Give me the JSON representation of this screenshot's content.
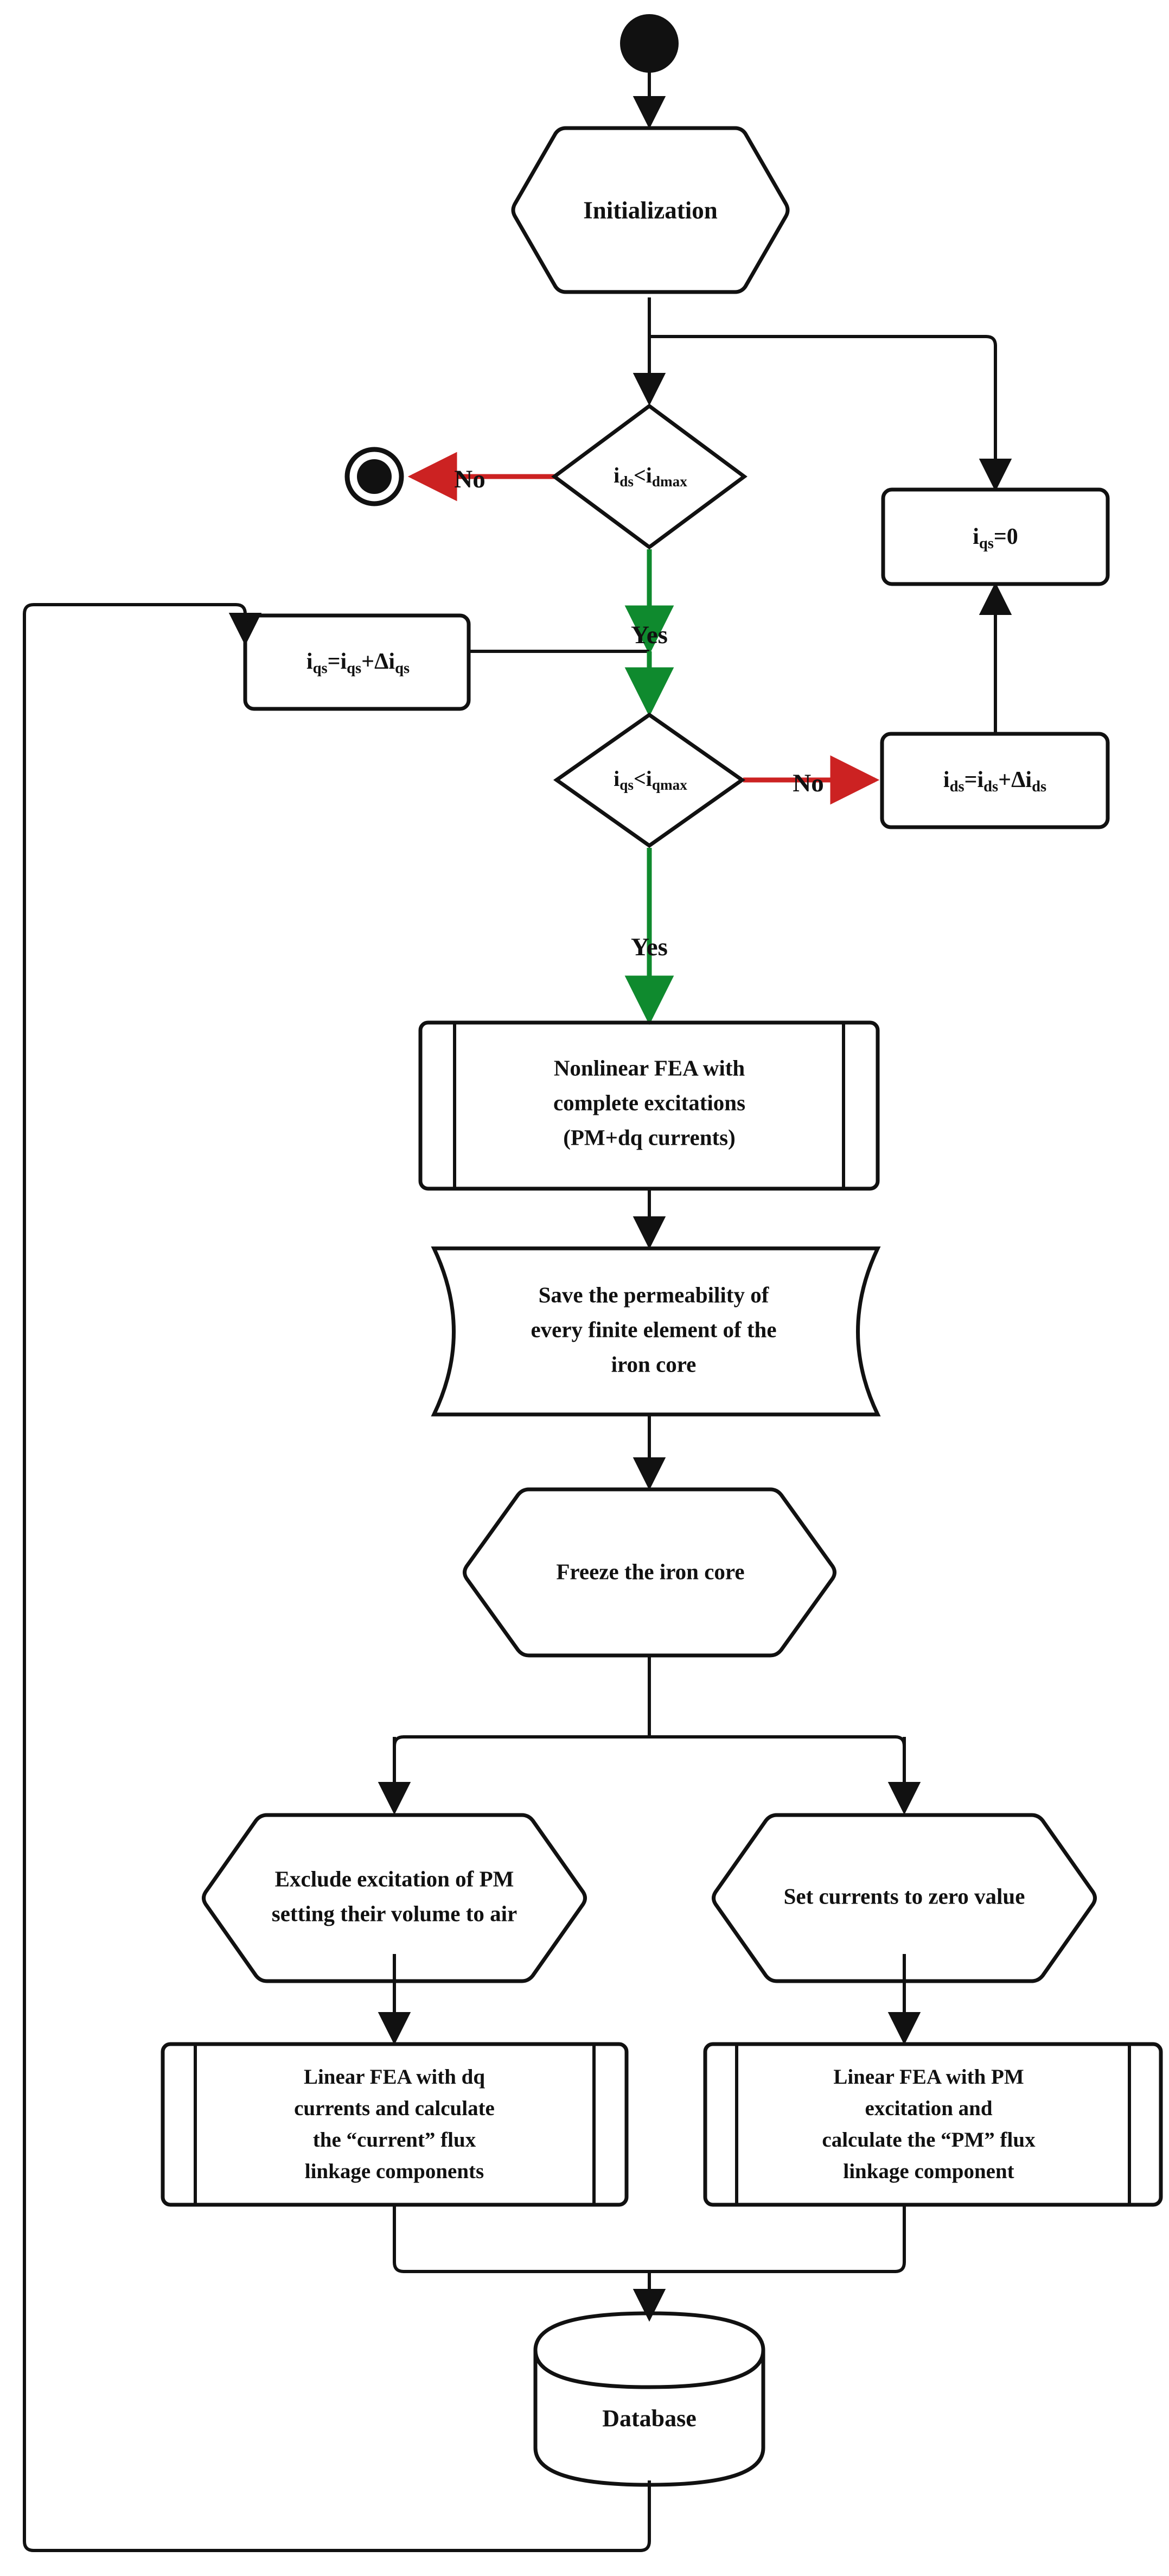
{
  "diagram": {
    "title": "Frozen permeability FEA flowchart",
    "colors": {
      "stroke": "#111111",
      "fill": "#ffffff",
      "yes": "#0f8a2e",
      "no": "#cc2222",
      "background": "#ffffff"
    },
    "nodes": {
      "start": {
        "label": "",
        "shape": "start-dot"
      },
      "initialization": {
        "label": "Initialization",
        "shape": "hexagon"
      },
      "decision_id": {
        "shape": "diamond",
        "text_main_1": "i",
        "text_sub_1": "ds",
        "text_op": "<",
        "text_main_2": "i",
        "text_sub_2": "dmax",
        "plain": "ids<idmax"
      },
      "end": {
        "label": "",
        "shape": "end-dot"
      },
      "iqs_zero": {
        "shape": "rounded-rect",
        "main": "i",
        "sub": "qs",
        "rest": "=0",
        "plain": "iqs=0"
      },
      "ids_increment": {
        "shape": "rounded-rect",
        "plain": "ids=ids+Δids",
        "parts": [
          {
            "m": "i",
            "s": "ds"
          },
          {
            "m": "=",
            "s": ""
          },
          {
            "m": "i",
            "s": "ds"
          },
          {
            "m": "+Δi",
            "s": "ds"
          }
        ]
      },
      "iqs_increment": {
        "shape": "rounded-rect",
        "plain": "iqs=iqs+Δiqs",
        "parts": [
          {
            "m": "i",
            "s": "qs"
          },
          {
            "m": "=",
            "s": ""
          },
          {
            "m": "i",
            "s": "qs"
          },
          {
            "m": "+Δi",
            "s": "qs"
          }
        ]
      },
      "decision_iq": {
        "shape": "diamond",
        "text_main_1": "i",
        "text_sub_1": "qs",
        "text_op": "<",
        "text_main_2": "i",
        "text_sub_2": "qmax",
        "plain": "iqs<iqmax"
      },
      "nonlinear_fea": {
        "shape": "predefined-process",
        "lines": [
          "Nonlinear FEA with",
          "complete excitations",
          "(PM+dq currents)"
        ]
      },
      "save_permeability": {
        "shape": "stored-data",
        "lines": [
          "Save the permeability of",
          "every finite element of the",
          "iron core"
        ]
      },
      "freeze_core": {
        "shape": "hexagon",
        "lines": [
          "Freeze the iron core"
        ]
      },
      "exclude_pm": {
        "shape": "hexagon",
        "lines": [
          "Exclude excitation of PM",
          "setting their volume to air"
        ]
      },
      "set_currents_zero": {
        "shape": "hexagon",
        "lines": [
          "Set currents to zero value"
        ]
      },
      "linear_fea_dq": {
        "shape": "predefined-process",
        "lines": [
          "Linear FEA with dq",
          "currents and calculate",
          "the “current” flux",
          "linkage components"
        ]
      },
      "linear_fea_pm": {
        "shape": "predefined-process",
        "lines": [
          "Linear FEA with PM",
          "excitation and",
          "calculate the “PM” flux",
          "linkage component"
        ]
      },
      "database": {
        "shape": "cylinder",
        "label": "Database"
      }
    },
    "edge_labels": {
      "no_1": "No",
      "yes_1": "Yes",
      "no_2": "No",
      "yes_2": "Yes"
    }
  }
}
